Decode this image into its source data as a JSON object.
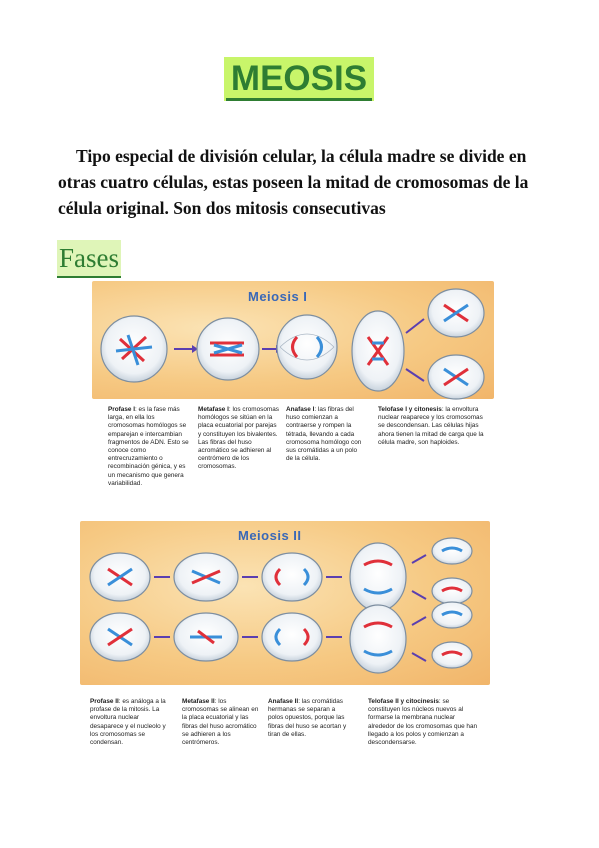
{
  "title": "MEOSIS",
  "intro": "Tipo especial de división celular, la célula madre se divide en otras cuatro células, estas poseen la mitad de cromosomas de la célula original. Son dos mitosis consecutivas",
  "fases_heading": "Fases",
  "meiosis1": {
    "title": "Meiosis I",
    "phases": [
      {
        "name": "Profase I",
        "text": ": es la fase más larga, en ella los cromosomas homólogos se emparejan e intercambian fragmentos de ADN. Esto se conoce como entrecruzamiento o recombinación génica, y es un mecanismo que genera variabilidad."
      },
      {
        "name": "Metafase I",
        "text": ": los cromosomas homólogos se sitúan en la placa ecuatorial por parejas y constituyen los bivalentes. Las fibras del huso acromático se adhieren al centrómero de los cromosomas."
      },
      {
        "name": "Anafase I",
        "text": ": las fibras del huso comienzan a contraerse y rompen la tétrada, llevando a cada cromosoma homólogo con sus cromátidas a un polo de la célula."
      },
      {
        "name": "Telofase I y citonesis",
        "text": ": la envoltura nuclear reaparece y los cromosomas se descondensan. Las células hijas ahora tienen la mitad de carga que la célula madre, son haploides."
      }
    ]
  },
  "meiosis2": {
    "title": "Meiosis II",
    "phases": [
      {
        "name": "Profase II",
        "text": ": es análoga a la profase de la mitosis. La envoltura nuclear desaparece y el nucleolo y los cromosomas se condensan."
      },
      {
        "name": "Metafase II",
        "text": ": los cromosomas se alinean en la placa ecuatorial y las fibras del huso acromático se adhieren a los centrómeros."
      },
      {
        "name": "Anafase II",
        "text": ": las cromátidas hermanas se separan a polos opuestos, porque las fibras del huso se acortan y tiran de ellas."
      },
      {
        "name": "Telofase II y citocinesis",
        "text": ": se constituyen los núcleos nuevos al formarse la membrana nuclear alrededor de los cromosomas que han llegado a los polos y comienzan a descondensarse."
      }
    ]
  },
  "colors": {
    "title_green": "#2e7d32",
    "highlight": "#c8f56a",
    "chrom_red": "#e0303a",
    "chrom_blue": "#3a8fd9",
    "panel_title": "#3a68b7"
  }
}
